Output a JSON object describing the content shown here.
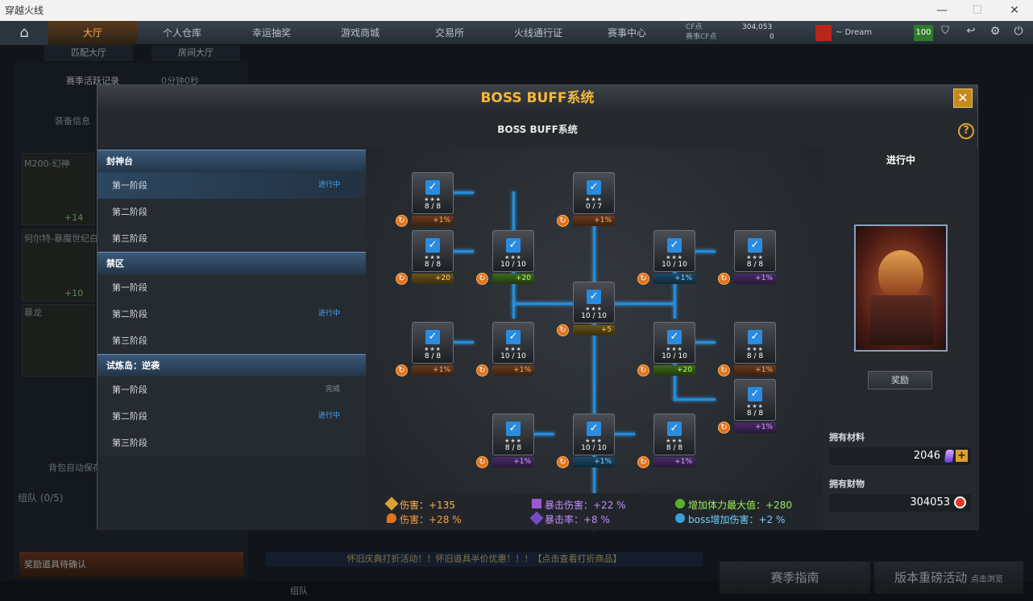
{
  "window": {
    "title": "穿越火线"
  },
  "nav": {
    "tabs": [
      "大厅",
      "个人仓库",
      "幸运抽奖",
      "游戏商城",
      "交易所",
      "火线通行证",
      "赛事中心"
    ],
    "cf_label": "CF点",
    "match_cf_label": "赛事CF点",
    "cf_value": "304,053",
    "match_cf_value": "0",
    "user": "~ Dream",
    "level_badge": "100"
  },
  "subtabs": [
    "匹配大厅",
    "房间大厅"
  ],
  "background": {
    "season_record": "赛季活跃记录",
    "time": "0分钟0秒",
    "equip_info": "装备信息",
    "weapon1": "M200-幻神",
    "weapon2": "何尔特-暴魔世纪白",
    "weapon3": "暴龙",
    "team": "组队 (0/5)",
    "auto_save": "背包自动保存",
    "reward_confirm": "奖励道具待确认",
    "season_guide": "赛季指南",
    "version_event": "版本重磅活动",
    "click_browse": "点击浏览",
    "ticker": "怀旧庆典打折活动！！怀旧道具半价优惠！！！【点击查看打折商品】",
    "team_label": "组队",
    "plus14": "+14",
    "plus10": "+10"
  },
  "modal": {
    "title": "BOSS BUFF系统",
    "subtitle": "BOSS BUFF系统",
    "close": "✕",
    "help": "?"
  },
  "categories": [
    {
      "name": "封神台",
      "stages": [
        {
          "label": "第一阶段",
          "status": "进行中"
        },
        {
          "label": "第二阶段",
          "status": ""
        },
        {
          "label": "第三阶段",
          "status": ""
        }
      ]
    },
    {
      "name": "禁区",
      "stages": [
        {
          "label": "第一阶段",
          "status": ""
        },
        {
          "label": "第二阶段",
          "status": "进行中"
        },
        {
          "label": "第三阶段",
          "status": ""
        }
      ]
    },
    {
      "name": "试炼岛：逆袭",
      "stages": [
        {
          "label": "第一阶段",
          "status": "完成"
        },
        {
          "label": "第二阶段",
          "status": "进行中"
        },
        {
          "label": "第三阶段",
          "status": ""
        }
      ]
    }
  ],
  "nodes": [
    {
      "progress": "8 / 8",
      "bonus": "+1%",
      "type": "fire"
    },
    {
      "progress": "0 / 7",
      "bonus": "+1%",
      "type": "fire"
    },
    {
      "progress": "8 / 8",
      "bonus": "+20",
      "type": "gold"
    },
    {
      "progress": "10 / 10",
      "bonus": "+20",
      "type": "green"
    },
    {
      "progress": "10 / 10",
      "bonus": "+1%",
      "type": "blue"
    },
    {
      "progress": "8 / 8",
      "bonus": "+1%",
      "type": "purple"
    },
    {
      "progress": "10 / 10",
      "bonus": "+5",
      "type": "gold"
    },
    {
      "progress": "8 / 8",
      "bonus": "+1%",
      "type": "fire"
    },
    {
      "progress": "10 / 10",
      "bonus": "+1%",
      "type": "fire"
    },
    {
      "progress": "10 / 10",
      "bonus": "+20",
      "type": "green"
    },
    {
      "progress": "8 / 8",
      "bonus": "+1%",
      "type": "fire"
    },
    {
      "progress": "8 / 8",
      "bonus": "+1%",
      "type": "purple"
    },
    {
      "progress": "8 / 8",
      "bonus": "+1%",
      "type": "purple"
    },
    {
      "progress": "10 / 10",
      "bonus": "+1%",
      "type": "blue"
    },
    {
      "progress": "8 / 8",
      "bonus": "+1%",
      "type": "purple"
    }
  ],
  "stats": {
    "damage": "伤害：+135",
    "damage_pct": "伤害：+28 %",
    "crit_damage": "暴击伤害：+22 %",
    "crit_rate": "暴击率：+8 %",
    "max_hp": "增加体力最大值：+280",
    "boss_damage": "boss增加伤害：+2 %"
  },
  "right": {
    "status": "进行中",
    "reward_button": "奖励",
    "materials_label": "拥有材料",
    "materials_value": "2046",
    "wealth_label": "拥有财物",
    "wealth_value": "304053"
  }
}
